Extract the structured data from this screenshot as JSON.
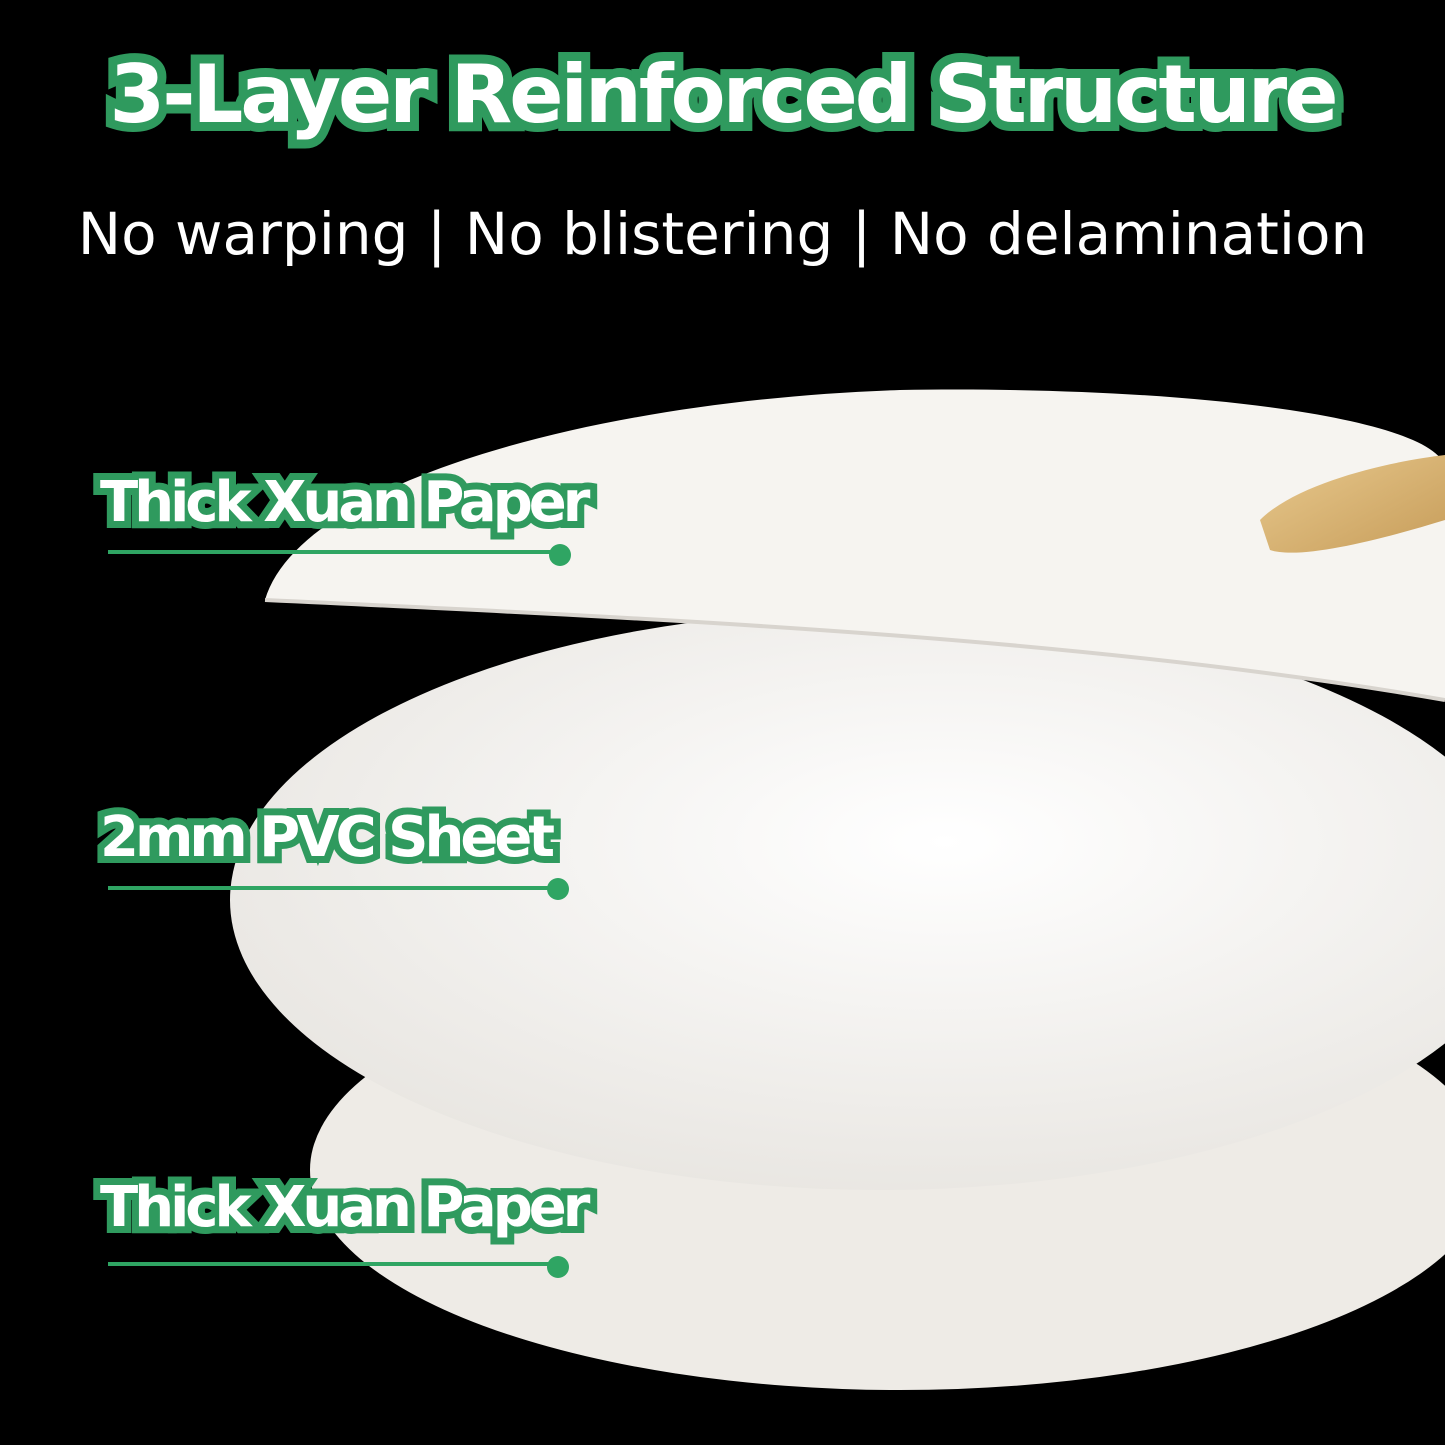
{
  "title": "3-Layer Reinforced Structure",
  "subtitle": "No warping | No blistering | No delamination",
  "layers": [
    {
      "label": "Thick Xuan Paper"
    },
    {
      "label": "2mm PVC Sheet"
    },
    {
      "label": "Thick Xuan Paper"
    }
  ],
  "colors": {
    "accent": "#2f9a5e",
    "background": "#000000",
    "paper": "#f4f2ee",
    "bamboo": "#d9b77a"
  }
}
